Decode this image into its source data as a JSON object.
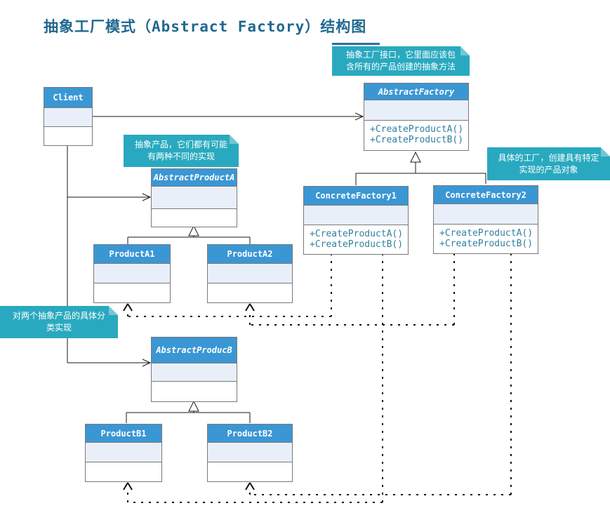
{
  "title": "抽象工厂模式（Abstract Factory）结构图",
  "colors": {
    "title_text": "#21688F",
    "class_header_bg": "#3A97D4",
    "class_attr_bg": "#E9EFF9",
    "class_border": "#7A7A7A",
    "method_text": "#31809F",
    "note_bg": "#29A9BF",
    "note_fold": "#74C6D4",
    "connector": "#1A1A1A"
  },
  "notes": [
    {
      "id": "factory-interface",
      "lines": [
        "抽象工厂接口，它里面应该包",
        "含所有的产品创建的抽象方法"
      ]
    },
    {
      "id": "abstract-products",
      "lines": [
        "抽象产品，它们都有可能",
        "有两种不同的实现"
      ]
    },
    {
      "id": "concrete-factories",
      "lines": [
        "具体的工厂，创建具有特定",
        "实现的产品对象"
      ]
    },
    {
      "id": "concrete-products",
      "lines": [
        "对两个抽象产品的具体分",
        "类实现"
      ]
    }
  ],
  "classes": [
    {
      "id": "client",
      "name": "Client",
      "abstract": false,
      "methods": []
    },
    {
      "id": "abstract-factory",
      "name": "AbstractFactory",
      "abstract": true,
      "methods": [
        "+CreateProductA()",
        "+CreateProductB()"
      ]
    },
    {
      "id": "abstract-product-a",
      "name": "AbstractProductA",
      "abstract": true,
      "methods": []
    },
    {
      "id": "concrete-factory-1",
      "name": "ConcreteFactory1",
      "abstract": false,
      "methods": [
        "+CreateProductA()",
        "+CreateProductB()"
      ]
    },
    {
      "id": "concrete-factory-2",
      "name": "ConcreteFactory2",
      "abstract": false,
      "methods": [
        "+CreateProductA()",
        "+CreateProductB()"
      ]
    },
    {
      "id": "product-a1",
      "name": "ProductA1",
      "abstract": false,
      "methods": []
    },
    {
      "id": "product-a2",
      "name": "ProductA2",
      "abstract": false,
      "methods": []
    },
    {
      "id": "abstract-product-b",
      "name": "AbstractProducB",
      "abstract": true,
      "methods": []
    },
    {
      "id": "product-b1",
      "name": "ProductB1",
      "abstract": false,
      "methods": []
    },
    {
      "id": "product-b2",
      "name": "ProductB2",
      "abstract": false,
      "methods": []
    }
  ],
  "relations": [
    {
      "from": "Client",
      "to": "AbstractFactory",
      "type": "association"
    },
    {
      "from": "Client",
      "to": "AbstractProductA",
      "type": "association"
    },
    {
      "from": "Client",
      "to": "AbstractProducB",
      "type": "association"
    },
    {
      "from": "ConcreteFactory1",
      "to": "AbstractFactory",
      "type": "generalization"
    },
    {
      "from": "ConcreteFactory2",
      "to": "AbstractFactory",
      "type": "generalization"
    },
    {
      "from": "ProductA1",
      "to": "AbstractProductA",
      "type": "generalization"
    },
    {
      "from": "ProductA2",
      "to": "AbstractProductA",
      "type": "generalization"
    },
    {
      "from": "ProductB1",
      "to": "AbstractProducB",
      "type": "generalization"
    },
    {
      "from": "ProductB2",
      "to": "AbstractProducB",
      "type": "generalization"
    },
    {
      "from": "ConcreteFactory1",
      "to": "ProductA1",
      "type": "dependency"
    },
    {
      "from": "ConcreteFactory1",
      "to": "ProductB1",
      "type": "dependency"
    },
    {
      "from": "ConcreteFactory2",
      "to": "ProductA2",
      "type": "dependency"
    },
    {
      "from": "ConcreteFactory2",
      "to": "ProductB2",
      "type": "dependency"
    }
  ]
}
